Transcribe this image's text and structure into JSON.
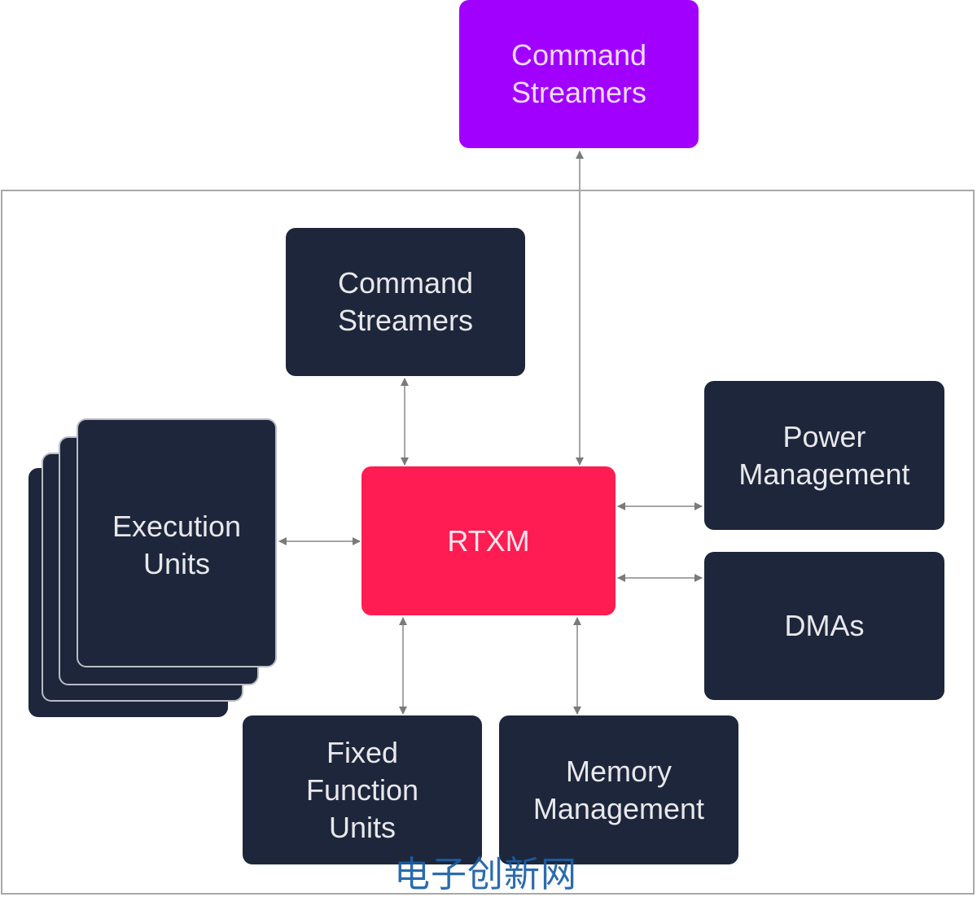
{
  "diagram": {
    "external": {
      "command_streamers": {
        "label": "Command\nStreamers",
        "color": "#a100ff"
      }
    },
    "core": {
      "rtxm": {
        "label": "RTXM",
        "color": "#ff1c52"
      }
    },
    "blocks": {
      "command_streamers": {
        "label": "Command\nStreamers"
      },
      "execution_units": {
        "label": "Execution\nUnits",
        "stack_count": 4
      },
      "power_management": {
        "label": "Power\nManagement"
      },
      "dmas": {
        "label": "DMAs"
      },
      "fixed_function_units": {
        "label": "Fixed\nFunction\nUnits"
      },
      "memory_management": {
        "label": "Memory\nManagement"
      }
    },
    "block_color": "#1d263b",
    "connections": [
      {
        "from": "external.command_streamers",
        "to": "core.rtxm",
        "type": "bidirectional"
      },
      {
        "from": "blocks.command_streamers",
        "to": "core.rtxm",
        "type": "bidirectional"
      },
      {
        "from": "blocks.execution_units",
        "to": "core.rtxm",
        "type": "bidirectional"
      },
      {
        "from": "core.rtxm",
        "to": "blocks.power_management",
        "type": "bidirectional"
      },
      {
        "from": "core.rtxm",
        "to": "blocks.dmas",
        "type": "bidirectional"
      },
      {
        "from": "core.rtxm",
        "to": "blocks.fixed_function_units",
        "type": "bidirectional"
      },
      {
        "from": "core.rtxm",
        "to": "blocks.memory_management",
        "type": "bidirectional"
      }
    ],
    "watermark": "电子创新网"
  }
}
